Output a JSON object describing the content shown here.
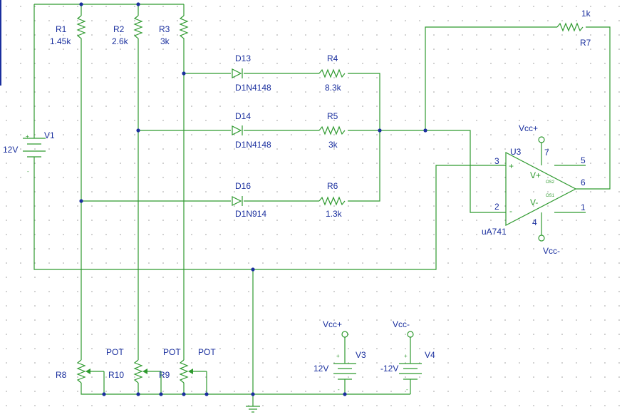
{
  "resistors": {
    "r1": {
      "ref": "R1",
      "value": "1.45k"
    },
    "r2": {
      "ref": "R2",
      "value": "2.6k"
    },
    "r3": {
      "ref": "R3",
      "value": "3k"
    },
    "r4": {
      "ref": "R4",
      "value": "8.3k"
    },
    "r5": {
      "ref": "R5",
      "value": "3k"
    },
    "r6": {
      "ref": "R6",
      "value": "1.3k"
    },
    "r7": {
      "ref": "R7",
      "value": "1k"
    }
  },
  "diodes": {
    "d13": {
      "ref": "D13",
      "model": "D1N4148"
    },
    "d14": {
      "ref": "D14",
      "model": "D1N4148"
    },
    "d16": {
      "ref": "D16",
      "model": "D1N914"
    }
  },
  "pots": {
    "r8": {
      "ref": "R8",
      "value": "POT"
    },
    "r10": {
      "ref": "R10",
      "value": "POT"
    },
    "r9": {
      "ref": "R9",
      "value": "POT"
    }
  },
  "sources": {
    "v1": {
      "ref": "V1",
      "value": "12V",
      "plus": "+",
      "minus": "-"
    },
    "v3": {
      "ref": "V3",
      "value": "12V",
      "net": "Vcc+",
      "plus": "+",
      "minus": "-"
    },
    "v4": {
      "ref": "V4",
      "value": "-12V",
      "net": "Vcc-",
      "plus": "+",
      "minus": "-"
    }
  },
  "opamp": {
    "ref": "U3",
    "model": "uA741",
    "pins": {
      "p3": "3",
      "p2": "2",
      "p7": "7",
      "p4": "4",
      "p5": "5",
      "p6": "6",
      "p1": "1"
    },
    "pin_names": {
      "vplus": "V+",
      "vminus": "V-",
      "os2": "OS2",
      "os1": "OS1",
      "noninv": "+",
      "inv": "-"
    },
    "supply_top": "Vcc+",
    "supply_bottom": "Vcc-"
  },
  "colors": {
    "wire": "#2f9a2f",
    "label": "#1a2f9e"
  }
}
